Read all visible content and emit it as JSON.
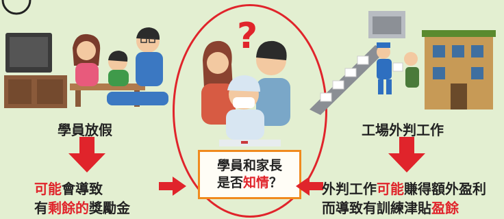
{
  "left": {
    "scene_label": "學員放假",
    "line1": {
      "red": "可能",
      "rest": "會導致"
    },
    "line2": {
      "a": "有",
      "red": "剩餘的",
      "b": "獎勵金"
    }
  },
  "center": {
    "question_line1": "學員和家長",
    "question_line2": {
      "a": "是否",
      "red": "知情",
      "b": "？"
    }
  },
  "right": {
    "scene_label": "工場外判工作",
    "line1": {
      "a": "外判工作",
      "red": "可能",
      "b": "賺得額外盈利"
    },
    "line2": {
      "a": "而導致有訓練津貼",
      "red": "盈餘"
    }
  },
  "colors": {
    "accent_red": "#e0242b",
    "box_orange": "#f08a1e",
    "background": "#e3efd1"
  }
}
